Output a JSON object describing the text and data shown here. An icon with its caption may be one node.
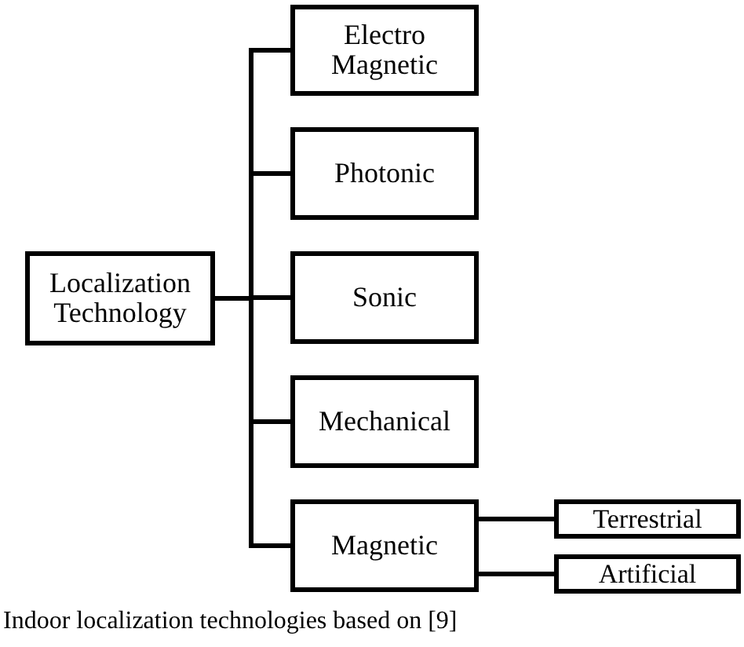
{
  "diagram": {
    "caption": "Indoor localization technologies based on [9]",
    "nodes": [
      {
        "text": [
          "Localization Technology"
        ]
      },
      {
        "text": [
          "Electro Magnetic"
        ]
      },
      {
        "text": [
          "Photonic"
        ]
      },
      {
        "text": [
          "Sonic"
        ]
      },
      {
        "text": [
          "Mechanical"
        ]
      },
      {
        "text": [
          "Magnetic"
        ]
      },
      {
        "text": [
          "Terrestrial"
        ]
      },
      {
        "text": [
          "Artificial"
        ]
      }
    ],
    "edges": [
      {
        "from": 0,
        "to": 1,
        "arrow": "none"
      },
      {
        "from": 0,
        "to": 2,
        "arrow": "none"
      },
      {
        "from": 0,
        "to": 3,
        "arrow": "none"
      },
      {
        "from": 0,
        "to": 4,
        "arrow": "none"
      },
      {
        "from": 0,
        "to": 5,
        "arrow": "none"
      },
      {
        "from": 5,
        "to": 6,
        "arrow": "none"
      },
      {
        "from": 5,
        "to": 7,
        "arrow": "none"
      }
    ]
  }
}
